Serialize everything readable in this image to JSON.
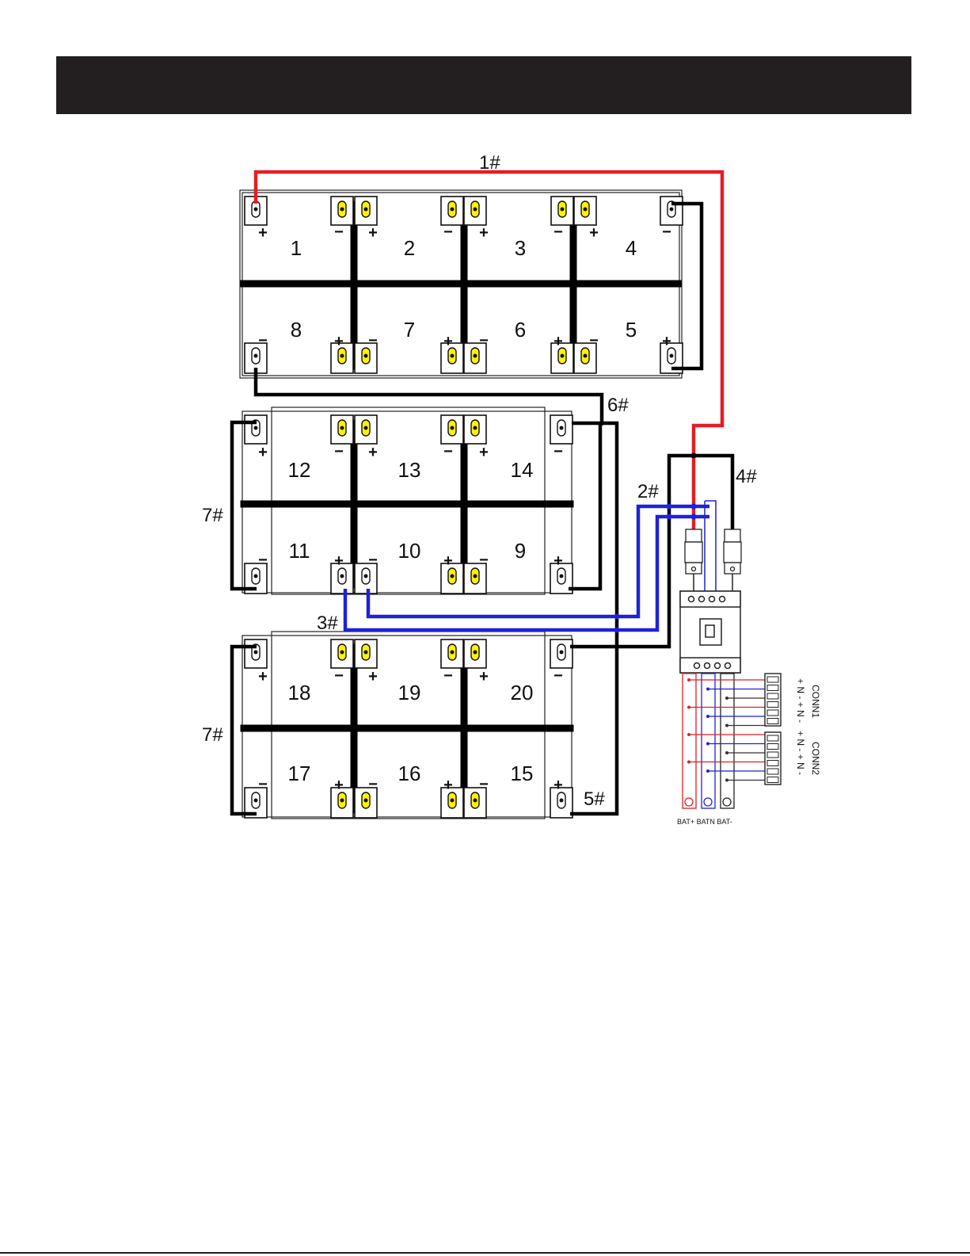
{
  "header": {
    "title": ""
  },
  "cells": [
    "1",
    "2",
    "3",
    "4",
    "5",
    "6",
    "7",
    "8",
    "9",
    "10",
    "11",
    "12",
    "13",
    "14",
    "15",
    "16",
    "17",
    "18",
    "19",
    "20"
  ],
  "wire_labels": {
    "w1": "1#",
    "w2": "2#",
    "w3": "3#",
    "w4": "4#",
    "w5": "5#",
    "w6": "6#",
    "w7a": "7#",
    "w7b": "7#"
  },
  "polarity": {
    "plus": "+",
    "minus": "−"
  },
  "connectors": {
    "conn1": "CONN1",
    "conn2": "CONN2",
    "pins1": "+ N - + N -",
    "pins2": "+ N - + N -"
  },
  "bat_terminals": "BAT+ BATN BAT-",
  "colors": {
    "positive": "#e31e24",
    "neutral": "#1e22d6",
    "negative": "#111111",
    "terminal_highlight": "#fff200"
  }
}
